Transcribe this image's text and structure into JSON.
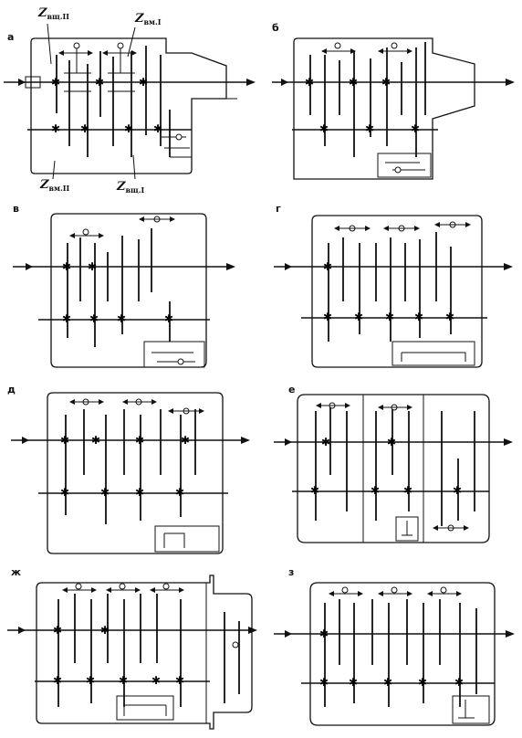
{
  "panels": [
    {
      "id": "a",
      "letter": "а"
    },
    {
      "id": "b",
      "letter": "б"
    },
    {
      "id": "c",
      "letter": "в"
    },
    {
      "id": "d",
      "letter": "г"
    },
    {
      "id": "e",
      "letter": "д"
    },
    {
      "id": "f",
      "letter": "е"
    },
    {
      "id": "g",
      "letter": "ж"
    },
    {
      "id": "h",
      "letter": "з"
    }
  ],
  "labels": {
    "z_vsch_ii": {
      "main": "Z",
      "sub": "вщ.II"
    },
    "z_vm_i": {
      "main": "Z",
      "sub": "вм.I"
    },
    "z_vm_ii": {
      "main": "Z",
      "sub": "вм.II"
    },
    "z_vsch_i": {
      "main": "Z",
      "sub": "вщ.I"
    }
  }
}
